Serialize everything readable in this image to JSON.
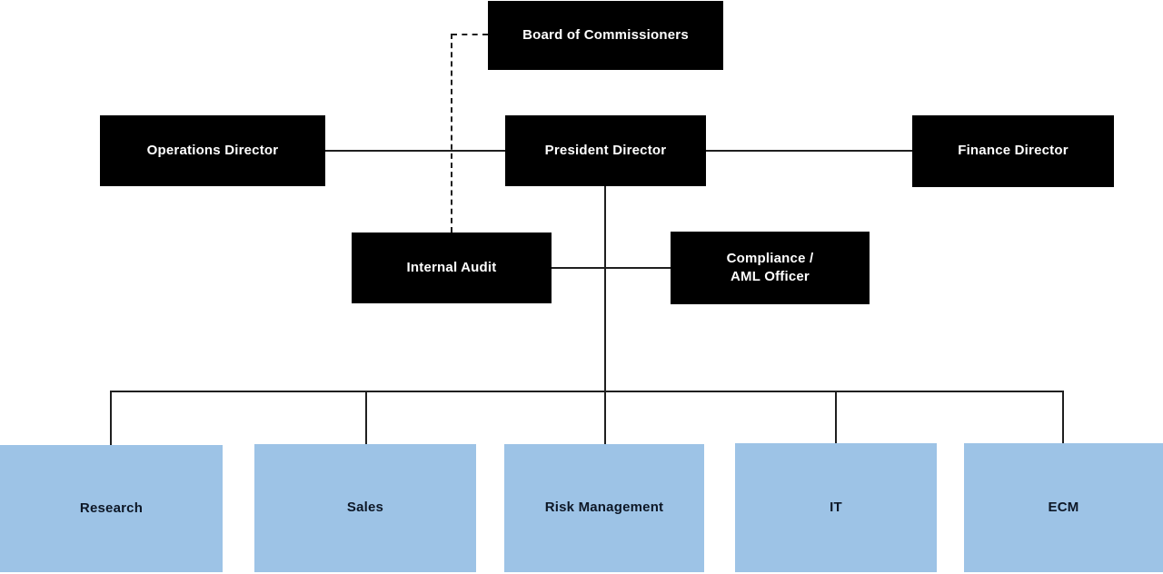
{
  "diagram": {
    "type": "org-chart",
    "nodes": {
      "board": {
        "label": "Board of Commissioners",
        "level": "top",
        "style": "executive"
      },
      "operations": {
        "label": "Operations Director",
        "level": "directors",
        "style": "executive"
      },
      "president": {
        "label": "President Director",
        "level": "directors",
        "style": "executive"
      },
      "finance": {
        "label": "Finance Director",
        "level": "directors",
        "style": "executive"
      },
      "audit": {
        "label": "Internal Audit",
        "level": "staff",
        "style": "executive"
      },
      "compliance": {
        "label": "Compliance /\nAML Officer",
        "level": "staff",
        "style": "executive"
      },
      "research": {
        "label": "Research",
        "level": "departments",
        "style": "department"
      },
      "sales": {
        "label": "Sales",
        "level": "departments",
        "style": "department"
      },
      "risk": {
        "label": "Risk Management",
        "level": "departments",
        "style": "department"
      },
      "it": {
        "label": "IT",
        "level": "departments",
        "style": "department"
      },
      "ecm": {
        "label": "ECM",
        "level": "departments",
        "style": "department"
      }
    },
    "connections": {
      "solid": [
        "operations-president",
        "president-finance",
        "president-departments-bus",
        "internal-audit-compliance",
        "bus-research",
        "bus-sales",
        "bus-risk",
        "bus-it",
        "bus-ecm"
      ],
      "dashed": [
        "board-internal-audit"
      ]
    },
    "colors": {
      "executive_box": "#000000",
      "executive_text": "#ffffff",
      "department_box": "#9DC3E6",
      "department_text": "#0d1726",
      "line": "#1f1f1f",
      "background": "#ffffff"
    }
  }
}
